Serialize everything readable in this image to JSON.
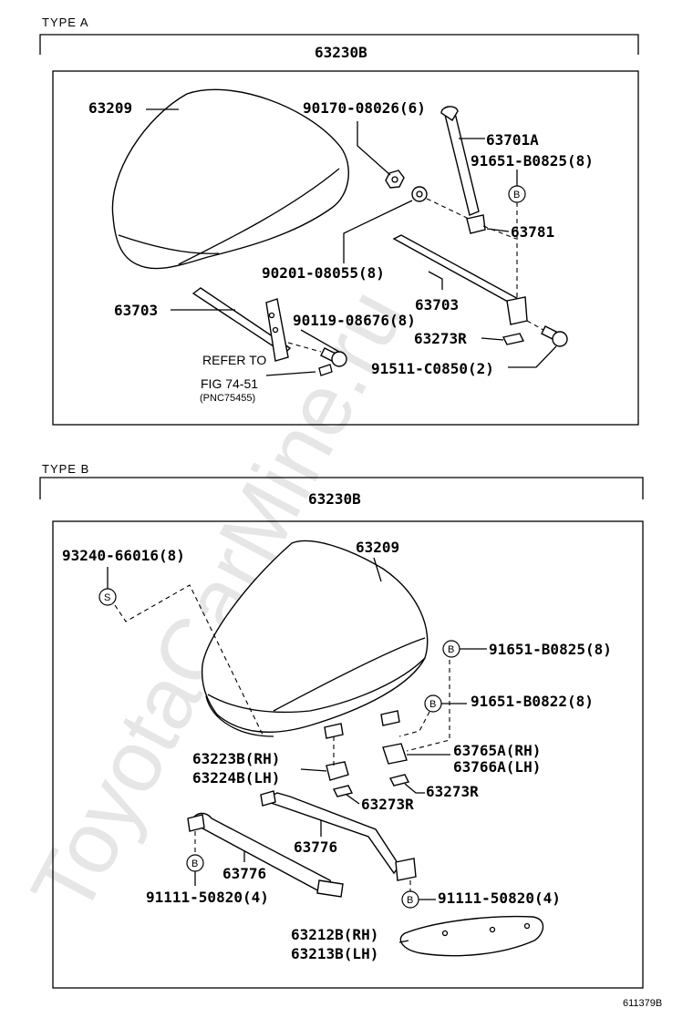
{
  "watermark": "ToyotaCarMine.ru",
  "figure_id": "611379B",
  "type_a": {
    "heading": "TYPE A",
    "assembly": "63230B",
    "labels": {
      "cushion": "63209",
      "nut": "90170-08026(6)",
      "rod": "63701A",
      "bolt_b": "91651-B0825(8)",
      "bracket": "63781",
      "washer": "90201-08055(8)",
      "rail_r": "63703",
      "rail_l": "63703",
      "bolt_l": "90119-08676(8)",
      "plate": "63273R",
      "bolt_r": "91511-C0850(2)",
      "refer_1": "REFER TO",
      "refer_2": "FIG 74-51",
      "refer_3": "(PNC75455)"
    },
    "markers": {
      "b": "B"
    }
  },
  "type_b": {
    "heading": "TYPE B",
    "assembly": "63230B",
    "labels": {
      "screw": "93240-66016(8)",
      "cushion": "63209",
      "bolt_1": "91651-B0825(8)",
      "bolt_2": "91651-B0822(8)",
      "hinge_rh": "63223B(RH)",
      "hinge_lh": "63224B(LH)",
      "bracket_rh": "63765A(RH)",
      "bracket_lh": "63766A(LH)",
      "plate_1": "63273R",
      "plate_2": "63273R",
      "frame_1": "63776",
      "frame_2": "63776",
      "bolt_l": "91111-50820(4)",
      "bolt_r": "91111-50820(4)",
      "cover_rh": "63212B(RH)",
      "cover_lh": "63213B(LH)"
    },
    "markers": {
      "s": "S",
      "b": "B"
    }
  }
}
